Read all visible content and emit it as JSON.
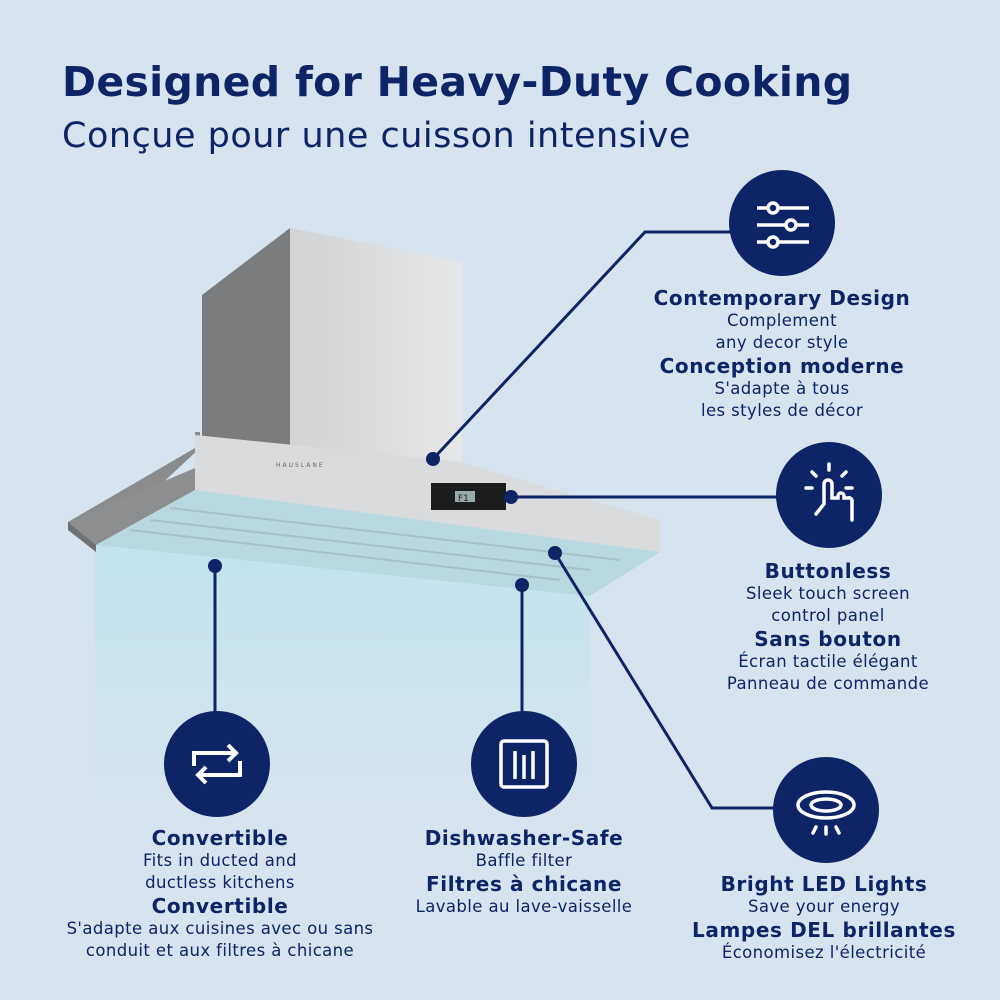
{
  "title": "Designed for Heavy-Duty Cooking",
  "subtitle": "Conçue pour une cuisson intensive",
  "product": {
    "brand": "HAUSLANE",
    "display": "F1"
  },
  "colors": {
    "navy": "#0d2466",
    "background": "#d7e4ef"
  },
  "features": [
    {
      "icon": "sliders-icon",
      "title_en": "Contemporary Design",
      "desc_en": [
        "Complement",
        "any decor style"
      ],
      "title_fr": "Conception moderne",
      "desc_fr": [
        "S'adapte à tous",
        "les styles de décor"
      ]
    },
    {
      "icon": "touch-icon",
      "title_en": "Buttonless",
      "desc_en": [
        "Sleek touch screen",
        "control panel"
      ],
      "title_fr": "Sans bouton",
      "desc_fr": [
        "Écran tactile élégant",
        "Panneau de commande"
      ]
    },
    {
      "icon": "led-light-icon",
      "title_en": "Bright LED Lights",
      "desc_en": [
        "Save your energy"
      ],
      "title_fr": "Lampes DEL brillantes",
      "desc_fr": [
        "Économisez l'électricité"
      ]
    },
    {
      "icon": "convertible-icon",
      "title_en": "Convertible",
      "desc_en": [
        "Fits in ducted and",
        "ductless kitchens"
      ],
      "title_fr": "Convertible",
      "desc_fr": [
        "S'adapte aux cuisines avec ou sans",
        "conduit et aux filtres à chicane"
      ]
    },
    {
      "icon": "baffle-filter-icon",
      "title_en": "Dishwasher-Safe",
      "desc_en": [
        "Baffle filter"
      ],
      "title_fr": "Filtres à chicane",
      "desc_fr": [
        "Lavable au lave-vaisselle"
      ]
    }
  ]
}
